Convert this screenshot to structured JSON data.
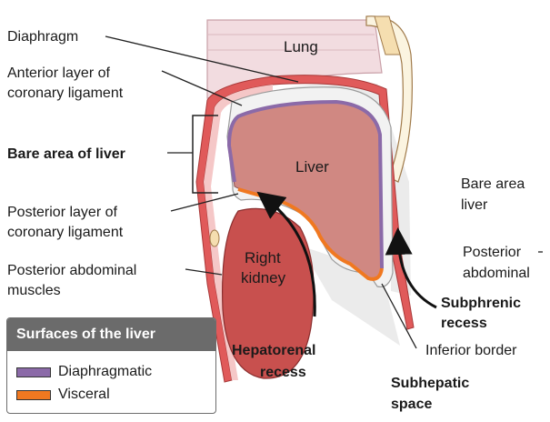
{
  "labels": {
    "diaphragm": "Diaphragm",
    "anterior_line1": "Anterior layer of",
    "anterior_line2": "coronary ligament",
    "bare_area": "Bare area of liver",
    "posterior_line1": "Posterior layer of",
    "posterior_line2": "coronary ligament",
    "post_abd_line1": "Posterior abdominal",
    "post_abd_line2": "muscles",
    "lung": "Lung",
    "liver": "Liver",
    "kidney_line1": "Right",
    "kidney_line2": "kidney",
    "right_bare_line1": "Bare area",
    "right_bare_line2": "liver",
    "right_post_line1": "Posterior",
    "right_post_line2": "abdominal",
    "subphrenic_line1": "Subphrenic",
    "subphrenic_line2": "recess",
    "inferior_border": "Inferior border",
    "hepatorenal_line1": "Hepatorenal",
    "hepatorenal_line2": "recess",
    "subhepatic_line1": "Subhepatic",
    "subhepatic_line2": "space"
  },
  "legend": {
    "title": "Surfaces of the liver",
    "items": [
      {
        "label": "Diaphragmatic",
        "color": "#8b6aa8"
      },
      {
        "label": "Visceral",
        "color": "#f07820"
      }
    ]
  },
  "colors": {
    "diaphragm": "#e05a5a",
    "liver": "#d08882",
    "kidney": "#c8504e",
    "lung": "#f2dce0",
    "peritoneum": "#f2f2f2",
    "muscle_shade": "#e8a3a3"
  }
}
